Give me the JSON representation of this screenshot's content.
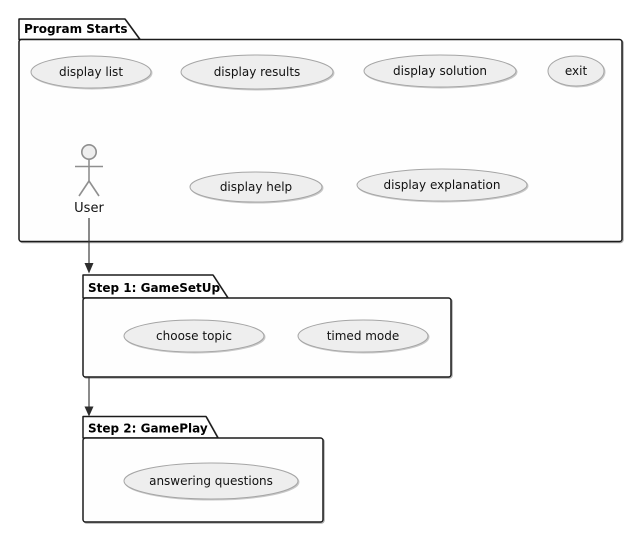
{
  "diagram_type": "uml-usecase-diagram",
  "background": "#ffffff",
  "colors": {
    "package_fill": "#fefefe",
    "package_border": "#1b1b1b",
    "usecase_fill": "#eeeeee",
    "usecase_border": "#a5a5a5",
    "actor_color": "#8f8f8f",
    "arrow_color": "#3d3d3d",
    "text_color": "#000000"
  },
  "actor": {
    "label": "User"
  },
  "packages": [
    {
      "title": "Program Starts",
      "usecases": [
        {
          "label": "display list"
        },
        {
          "label": "display results"
        },
        {
          "label": "display solution"
        },
        {
          "label": "exit"
        },
        {
          "label": "display help"
        },
        {
          "label": "display explanation"
        }
      ]
    },
    {
      "title": "Step 1: GameSetUp",
      "usecases": [
        {
          "label": "choose topic"
        },
        {
          "label": "timed mode"
        }
      ]
    },
    {
      "title": "Step 2: GamePlay",
      "usecases": [
        {
          "label": "answering questions"
        }
      ]
    }
  ],
  "edges": [
    {
      "from": "User",
      "to": "Step 1: GameSetUp",
      "style": "solid-arrow-down"
    },
    {
      "from": "Step 1: GameSetUp",
      "to": "Step 2: GamePlay",
      "style": "solid-arrow-down"
    }
  ]
}
